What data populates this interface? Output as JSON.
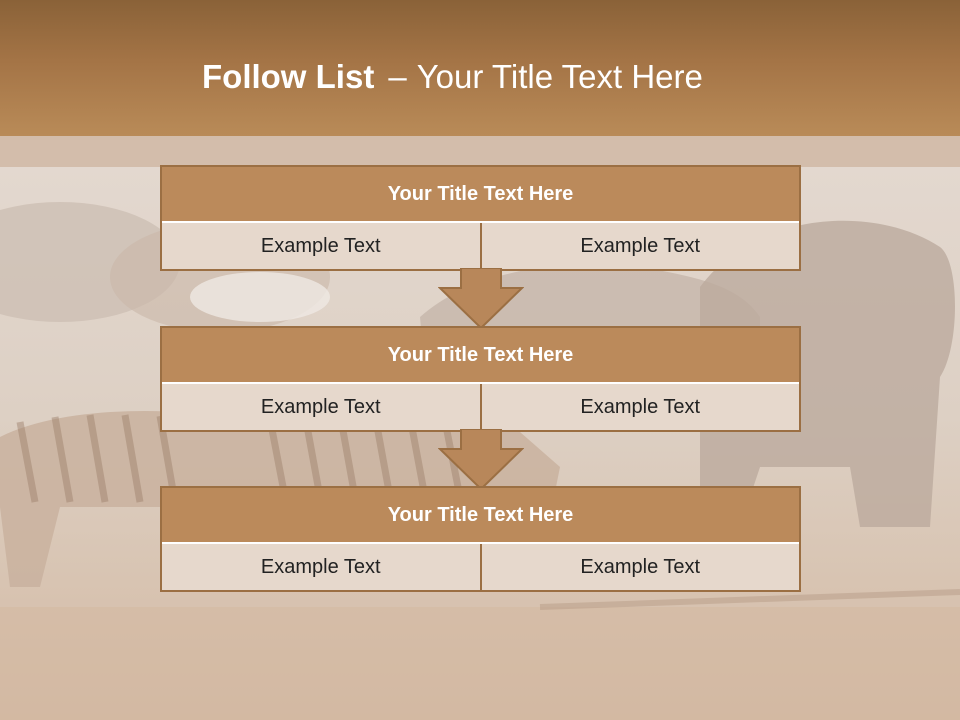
{
  "header": {
    "title_bold": "Follow List",
    "separator": "–",
    "title_rest": "Your Title Text Here"
  },
  "steps": [
    {
      "title": "Your Title Text Here",
      "left": "Example Text",
      "right": "Example Text"
    },
    {
      "title": "Your Title Text Here",
      "left": "Example Text",
      "right": "Example Text"
    },
    {
      "title": "Your Title Text Here",
      "left": "Example Text",
      "right": "Example Text"
    }
  ],
  "colors": {
    "header": "#a47446",
    "block_title": "#bb8a5b",
    "block_cell": "#e6d8cc",
    "arrow": "#b8875a"
  }
}
